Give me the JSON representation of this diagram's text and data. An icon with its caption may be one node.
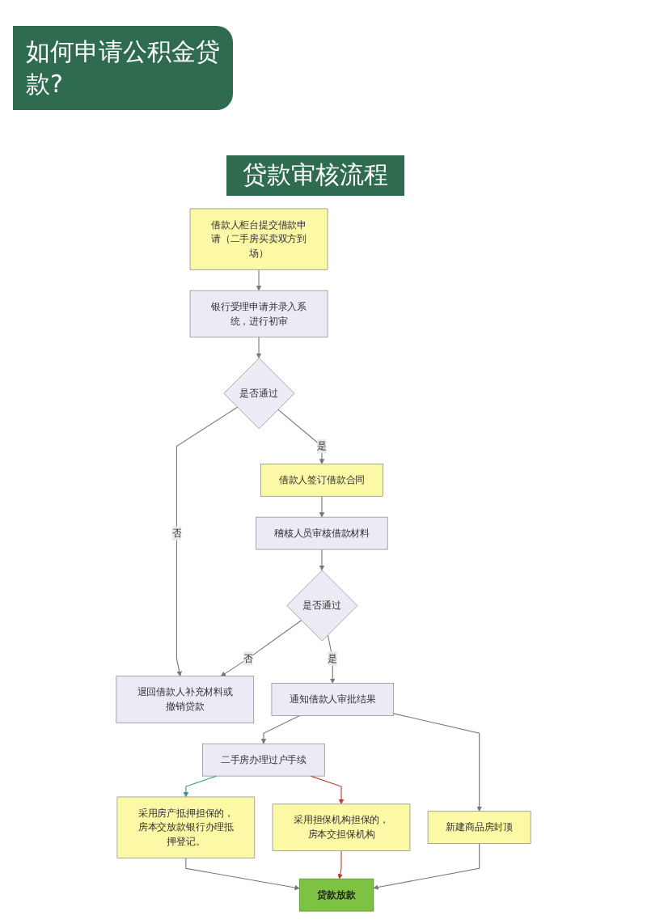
{
  "diagram": {
    "title": "如何申请公积金贷款?",
    "nodes": [
      {
        "text": [
          "借款人柜台提交借款申请（二手房买卖双方到场）"
        ]
      },
      {
        "text": [
          "银行受理申请并录入系统，进行初审"
        ]
      },
      {
        "text": [
          "是否通过"
        ]
      },
      {
        "text": [
          "借款人签订借款合同"
        ]
      },
      {
        "text": [
          "稽核人员审核借款材料"
        ]
      },
      {
        "text": [
          "是否通过"
        ]
      },
      {
        "text": [
          "退回借款人补充材料或撤销贷款"
        ]
      },
      {
        "text": [
          "通知借款人审批结果"
        ]
      },
      {
        "text": [
          "二手房办理过户手续"
        ]
      },
      {
        "text": [
          "新建商品房封顶"
        ]
      },
      {
        "text": [
          "采用房产抵押担保的，房本交放款银行办理抵押登记。"
        ]
      },
      {
        "text": [
          "采用担保机构担保的，房本交担保机构"
        ]
      },
      {
        "text": [
          "贷款放款"
        ]
      }
    ],
    "edges": [
      {
        "from": 0,
        "to": 1,
        "arrow": "to"
      },
      {
        "from": 1,
        "to": 2,
        "arrow": "to"
      },
      {
        "from": 2,
        "to": 3,
        "arrow": "to",
        "label": "是"
      },
      {
        "from": 2,
        "to": 6,
        "arrow": "to",
        "label": "否"
      },
      {
        "from": 3,
        "to": 4,
        "arrow": "to"
      },
      {
        "from": 4,
        "to": 5,
        "arrow": "to"
      },
      {
        "from": 5,
        "to": 6,
        "arrow": "to",
        "label": "否"
      },
      {
        "from": 5,
        "to": 7,
        "arrow": "to",
        "label": "是"
      },
      {
        "from": 7,
        "to": 8,
        "arrow": "to"
      },
      {
        "from": 7,
        "to": 9,
        "arrow": "to"
      },
      {
        "from": 8,
        "to": 10,
        "arrow": "to",
        "color": "#2a9d8f"
      },
      {
        "from": 8,
        "to": 11,
        "arrow": "to",
        "color": "#c0392b"
      },
      {
        "from": 10,
        "to": 12,
        "arrow": "to"
      },
      {
        "from": 11,
        "to": 12,
        "arrow": "to",
        "color": "#c0392b"
      },
      {
        "from": 9,
        "to": 12,
        "arrow": "to"
      }
    ],
    "labels": [
      "贷款审核流程"
    ]
  }
}
